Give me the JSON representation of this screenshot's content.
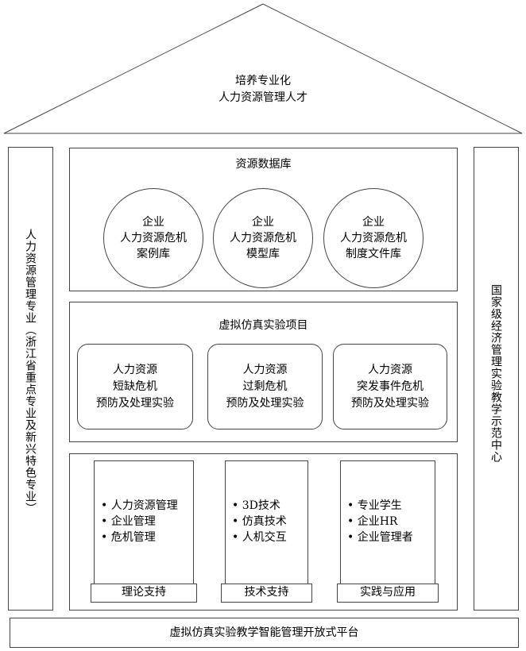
{
  "roof": {
    "line1": "培养专业化",
    "line2": "人力资源管理人才"
  },
  "left_pillar": "人力资源管理专业（浙江省重点专业及新兴特色专业）",
  "right_pillar": "国家级经济管理实验教学示范中心",
  "resource_db": {
    "title": "资源数据库",
    "items": [
      {
        "l1": "企业",
        "l2": "人力资源危机",
        "l3": "案例库"
      },
      {
        "l1": "企业",
        "l2": "人力资源危机",
        "l3": "模型库"
      },
      {
        "l1": "企业",
        "l2": "人力资源危机",
        "l3": "制度文件库"
      }
    ]
  },
  "virtual_sim": {
    "title": "虚拟仿真实验项目",
    "items": [
      {
        "l1": "人力资源",
        "l2": "短缺危机",
        "l3": "预防及处理实验"
      },
      {
        "l1": "人力资源",
        "l2": "过剩危机",
        "l3": "预防及处理实验"
      },
      {
        "l1": "人力资源",
        "l2": "突发事件危机",
        "l3": "预防及处理实验"
      }
    ]
  },
  "supports": [
    {
      "label": "理论支持",
      "items": [
        "• 人力资源管理",
        "• 企业管理",
        "• 危机管理"
      ]
    },
    {
      "label": "技术支持",
      "items": [
        "• 3D技术",
        "• 仿真技术",
        "• 人机交互"
      ]
    },
    {
      "label": "实践与应用",
      "items": [
        "• 专业学生",
        "• 企业HR",
        "• 企业管理者"
      ]
    }
  ],
  "platform": "虚拟仿真实验教学智能管理开放式平台"
}
